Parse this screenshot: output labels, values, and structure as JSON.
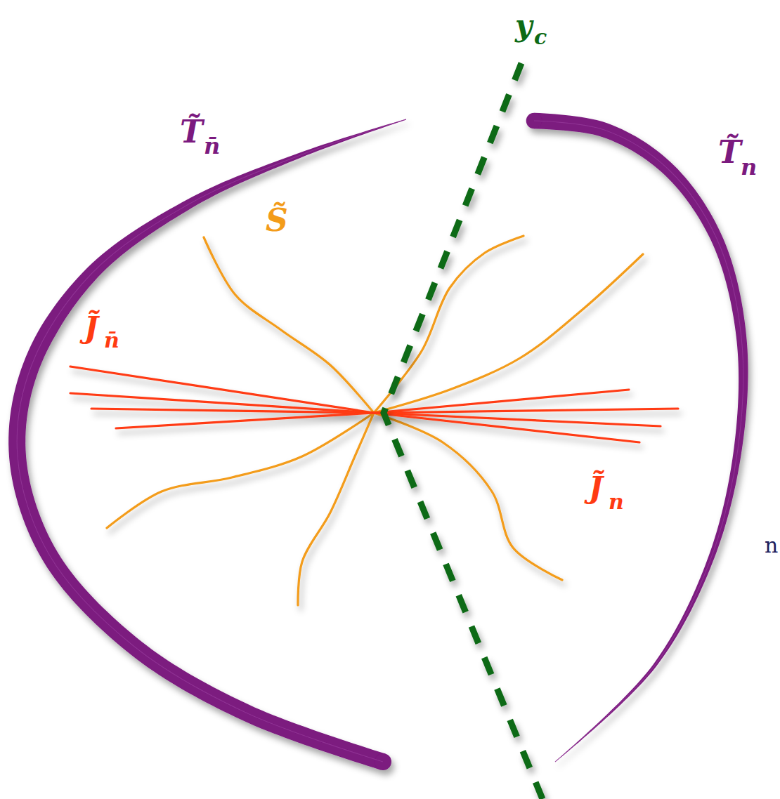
{
  "diagram": {
    "labels": [
      "y",
      "c",
      "T̃",
      "n̄",
      "T̃",
      "n",
      "S̃",
      "J̃",
      "n̄",
      "J̃",
      "n",
      "n"
    ]
  }
}
